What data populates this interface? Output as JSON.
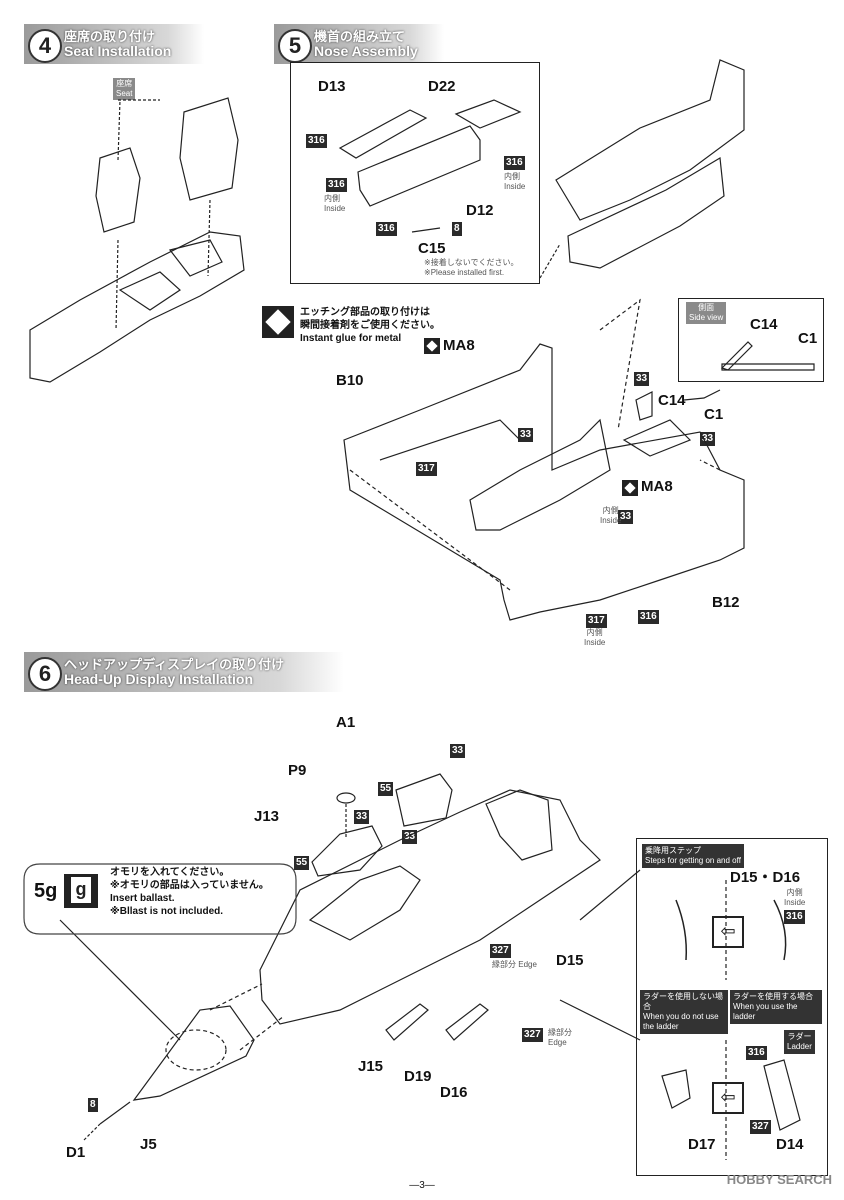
{
  "step4": {
    "num": "4",
    "jp": "座席の取り付け",
    "en": "Seat Installation",
    "tag_jp": "座席",
    "tag_en": "Seat"
  },
  "step5": {
    "num": "5",
    "jp": "機首の組み立て",
    "en": "Nose Assembly",
    "parts": {
      "d13": "D13",
      "d22": "D22",
      "d12": "D12",
      "c15": "C15"
    },
    "badges": {
      "a": "316",
      "b": "316",
      "c": "316",
      "d": "316",
      "e": "8"
    },
    "inside_jp": "内側",
    "inside_en": "Inside",
    "inside2_jp": "内側",
    "inside2_en": "Inside",
    "c15_note_jp": "※接着しないでください。",
    "c15_note_en": "※Please installed first."
  },
  "etch": {
    "jp1": "エッチング部品の取り付けは",
    "jp2": "瞬間接着剤をご使用ください。",
    "en": "Instant glue for metal"
  },
  "fuselage": {
    "ma8a": "MA8",
    "ma8b": "MA8",
    "b10": "B10",
    "b12": "B12",
    "c14": "C14",
    "c1": "C1",
    "b33a": "33",
    "b33b": "33",
    "b33c": "33",
    "b33d": "33",
    "b317a": "317",
    "b317b": "317",
    "b316": "316",
    "inside_jp": "内側",
    "inside_en": "Inside",
    "inside2_jp": "内側",
    "inside2_en": "Inside"
  },
  "sideview": {
    "tag_jp": "側面",
    "tag_en": "Side view",
    "c14": "C14",
    "c1": "C1"
  },
  "step6": {
    "num": "6",
    "jp": "ヘッドアップディスプレイの取り付け",
    "en": "Head-Up Display Installation",
    "parts": {
      "a1": "A1",
      "p9": "P9",
      "j13": "J13",
      "j15": "J15",
      "d19": "D19",
      "d16": "D16",
      "d15": "D15",
      "j5": "J5",
      "d1": "D1"
    },
    "badges": {
      "b33a": "33",
      "b33b": "33",
      "b33c": "33",
      "b55a": "55",
      "b55b": "55",
      "b327a": "327",
      "b327b": "327",
      "b8": "8"
    },
    "edge_jp": "縁部分",
    "edge_en": "Edge",
    "edge2_jp": "縁部分",
    "edge2_en": "Edge"
  },
  "ballast": {
    "weight": "5g",
    "icon": "g",
    "jp1": "オモリを入れてください。",
    "jp2": "※オモリの部品は入っていません。",
    "en1": "Insert ballast.",
    "en2": "※Bllast is not included."
  },
  "ladder": {
    "tag_jp": "乗降用ステップ",
    "tag_en": "Steps for getting on and off",
    "title": "D15・D16",
    "inside_jp": "内側",
    "inside_en": "Inside",
    "b316": "316",
    "no_ladder_jp": "ラダーを使用しない場合",
    "no_ladder_en": "When you do not use the ladder",
    "use_ladder_jp": "ラダーを使用する場合",
    "use_ladder_en": "When you use the ladder",
    "ladder_jp": "ラダー",
    "ladder_en": "Ladder",
    "d17": "D17",
    "d14": "D14",
    "b316b": "316",
    "b327": "327"
  },
  "footer": {
    "page": "—3—",
    "watermark": "HOBBY SEARCH"
  }
}
